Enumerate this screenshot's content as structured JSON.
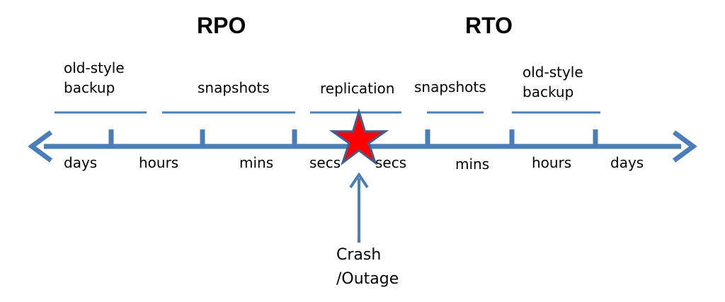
{
  "headings": {
    "rpo": "RPO",
    "rto": "RTO"
  },
  "methods": {
    "rpo_old_style_backup": "old-style\nbackup",
    "rpo_snapshots": "snapshots",
    "replication": "replication",
    "rto_snapshots": "snapshots",
    "rto_old_style_backup": "old-style\nbackup"
  },
  "time_labels": {
    "left_days": "days",
    "left_hours": "hours",
    "left_mins": "mins",
    "left_secs": "secs",
    "right_secs": "secs",
    "right_mins": "mins",
    "right_hours": "hours",
    "right_days": "days"
  },
  "event": {
    "label": "Crash\n/Outage"
  },
  "colors": {
    "axis": "#4a7ebb",
    "star_fill": "#ff0000",
    "star_stroke": "#3f5f8f",
    "text": "#000000"
  }
}
